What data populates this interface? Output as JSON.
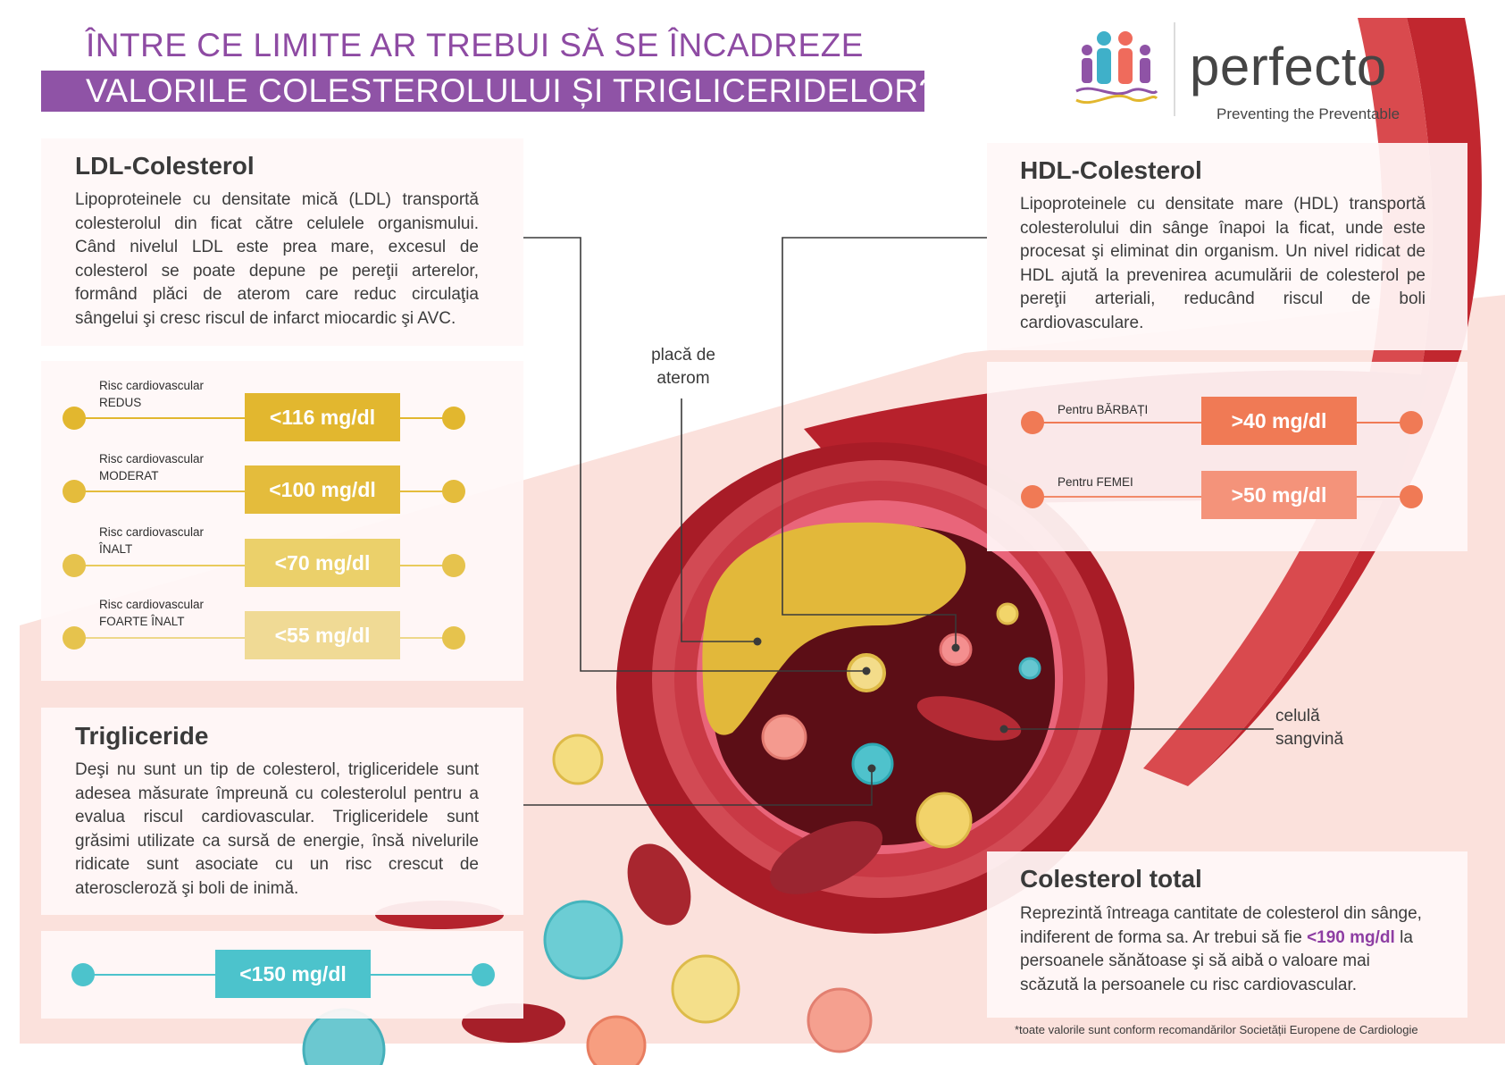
{
  "header": {
    "title_line1": "ÎNTRE CE LIMITE AR TREBUI SĂ SE ÎNCADREZE",
    "title_line2": "VALORILE COLESTEROLULUI ȘI TRIGLICERIDELOR?"
  },
  "brand": {
    "name": "perfecto",
    "tagline": "Preventing the Preventable"
  },
  "colors": {
    "purple": "#8f53a6",
    "ldl_gold": "#e2b72f",
    "hdl_coral": "#f07a55",
    "trig_teal": "#4cc3cc",
    "artery_red": "#b8262f"
  },
  "ldl": {
    "title": "LDL-Colesterol",
    "text": "Lipoproteinele cu densitate mică (LDL) transportă colesterolul din ficat către celulele organismului. Când nivelul LDL este prea mare, excesul de colesterol se poate depune pe pereţii arterelor, formând plăci de aterom care reduc circulaţia sângelui şi cresc riscul de infarct miocardic şi AVC.",
    "rows": [
      {
        "label": "Risc cardiovascular\nREDUS",
        "value": "<116 mg/dl"
      },
      {
        "label": "Risc cardiovascular\nMODERAT",
        "value": "<100 mg/dl"
      },
      {
        "label": "Risc cardiovascular\nÎNALT",
        "value": "<70 mg/dl"
      },
      {
        "label": "Risc cardiovascular\nFOARTE ÎNALT",
        "value": "<55 mg/dl"
      }
    ]
  },
  "hdl": {
    "title": "HDL-Colesterol",
    "text": "Lipoproteinele cu densitate mare (HDL) transportă colesterolului din sânge înapoi la ficat, unde este procesat şi eliminat din organism. Un nivel ridicat de HDL ajută la prevenirea acumulării de colesterol pe pereţii arteriali, reducând riscul de boli cardiovasculare.",
    "rows": [
      {
        "label": "Pentru BĂRBAȚI",
        "value": ">40 mg/dl"
      },
      {
        "label": "Pentru FEMEI",
        "value": ">50 mg/dl"
      }
    ]
  },
  "trig": {
    "title": "Trigliceride",
    "text": "Deşi nu sunt un tip de colesterol, trigliceridele sunt adesea măsurate împreună cu colesterolul pentru a evalua riscul cardiovascular. Trigliceridele sunt grăsimi utilizate ca sursă de energie, însă nivelurile ridicate sunt asociate cu un risc crescut de ateroscleroză şi boli de inimă.",
    "value": "<150 mg/dl"
  },
  "total": {
    "title": "Colesterol total",
    "text_before": "Reprezintă întreaga cantitate de colesterol din sânge, indiferent de forma sa. Ar trebui să fie ",
    "highlight": "<190 mg/dl",
    "text_after": " la persoanele sănătoase şi să aibă o valoare mai scăzută la persoanele cu risc cardiovascular."
  },
  "callouts": {
    "plaque": "placă de\naterom",
    "blood_cell": "celulă\nsangvină"
  },
  "footnote": "*toate valorile sunt conform recomandărilor Societății Europene de Cardiologie"
}
